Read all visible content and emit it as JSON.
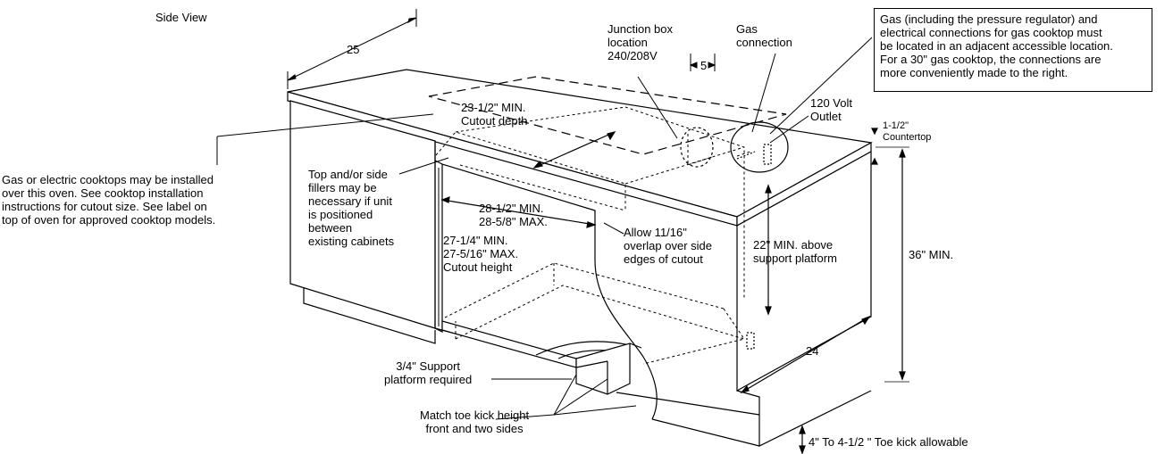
{
  "view_title": "Side View",
  "dims": {
    "width_25": "25",
    "depth_24": "24",
    "offset_5": "5"
  },
  "callouts": {
    "junction_box": "Junction box\nlocation\n240/208V",
    "gas_connection": "Gas\nconnection",
    "outlet": "120 Volt\nOutlet",
    "countertop": "1-1/2\"\nCountertop",
    "cutout_depth": "23-1/2\" MIN.\nCutout depth",
    "fillers": "Top and/or side\nfillers may be\nnecessary if unit\nis positioned\nbetween\nexisting cabinets",
    "cutout_width": "28-1/2\" MIN.\n28-5/8\" MAX.",
    "cutout_height": "27-1/4\" MIN.\n27-5/16\" MAX.\nCutout height",
    "overlap": "Allow 11/16\"\noverlap over side\nedges of cutout",
    "above_platform": "22\" MIN. above\nsupport platform",
    "height_36": "36\" MIN.",
    "support_platform": "3/4\" Support\nplatform required",
    "toe_kick_match": "Match toe kick height\nfront and two sides",
    "toe_kick_allow": "4\" To 4-1/2 \" Toe kick allowable",
    "cooktop_note": "Gas or electric cooktops may be installed\nover this oven. See cooktop installation\ninstructions for cutout size. See label on\ntop of oven for approved cooktop models."
  },
  "note_box": "Gas (including the pressure regulator) and\nelectrical connections for gas cooktop must\nbe located in an adjacent accessible location.\nFor a 30\" gas cooktop, the connections are\nmore conveniently made to the right."
}
